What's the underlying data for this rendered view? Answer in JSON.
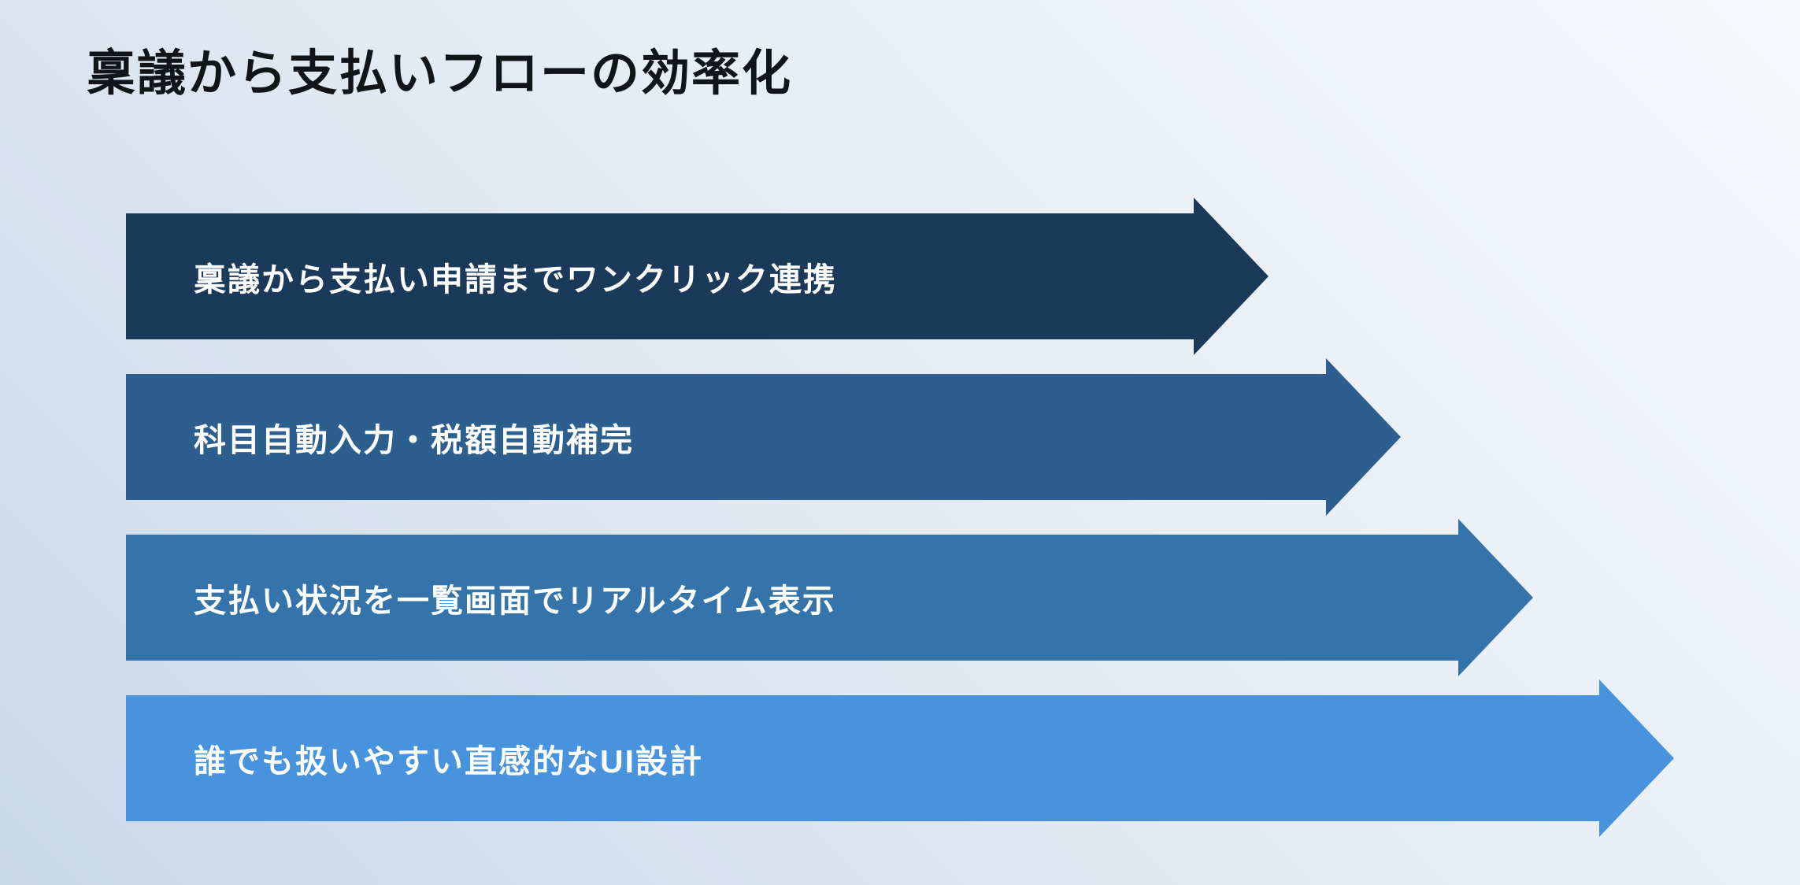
{
  "title": "稟議から支払いフローの効率化",
  "arrows": [
    {
      "label": "稟議から支払い申請までワンクリック連携",
      "color": "#1b3a5a"
    },
    {
      "label": "科目自動入力・税額自動補完",
      "color": "#2d5f8e"
    },
    {
      "label": "支払い状況を一覧画面でリアルタイム表示",
      "color": "#3474ab"
    },
    {
      "label": "誰でも扱いやすい直感的なUI設計",
      "color": "#4793dd"
    }
  ],
  "colors": {
    "background_start": "#c9d8ea",
    "background_end": "#f6f9fc",
    "title_text": "#111418",
    "arrow_text": "#ffffff"
  }
}
